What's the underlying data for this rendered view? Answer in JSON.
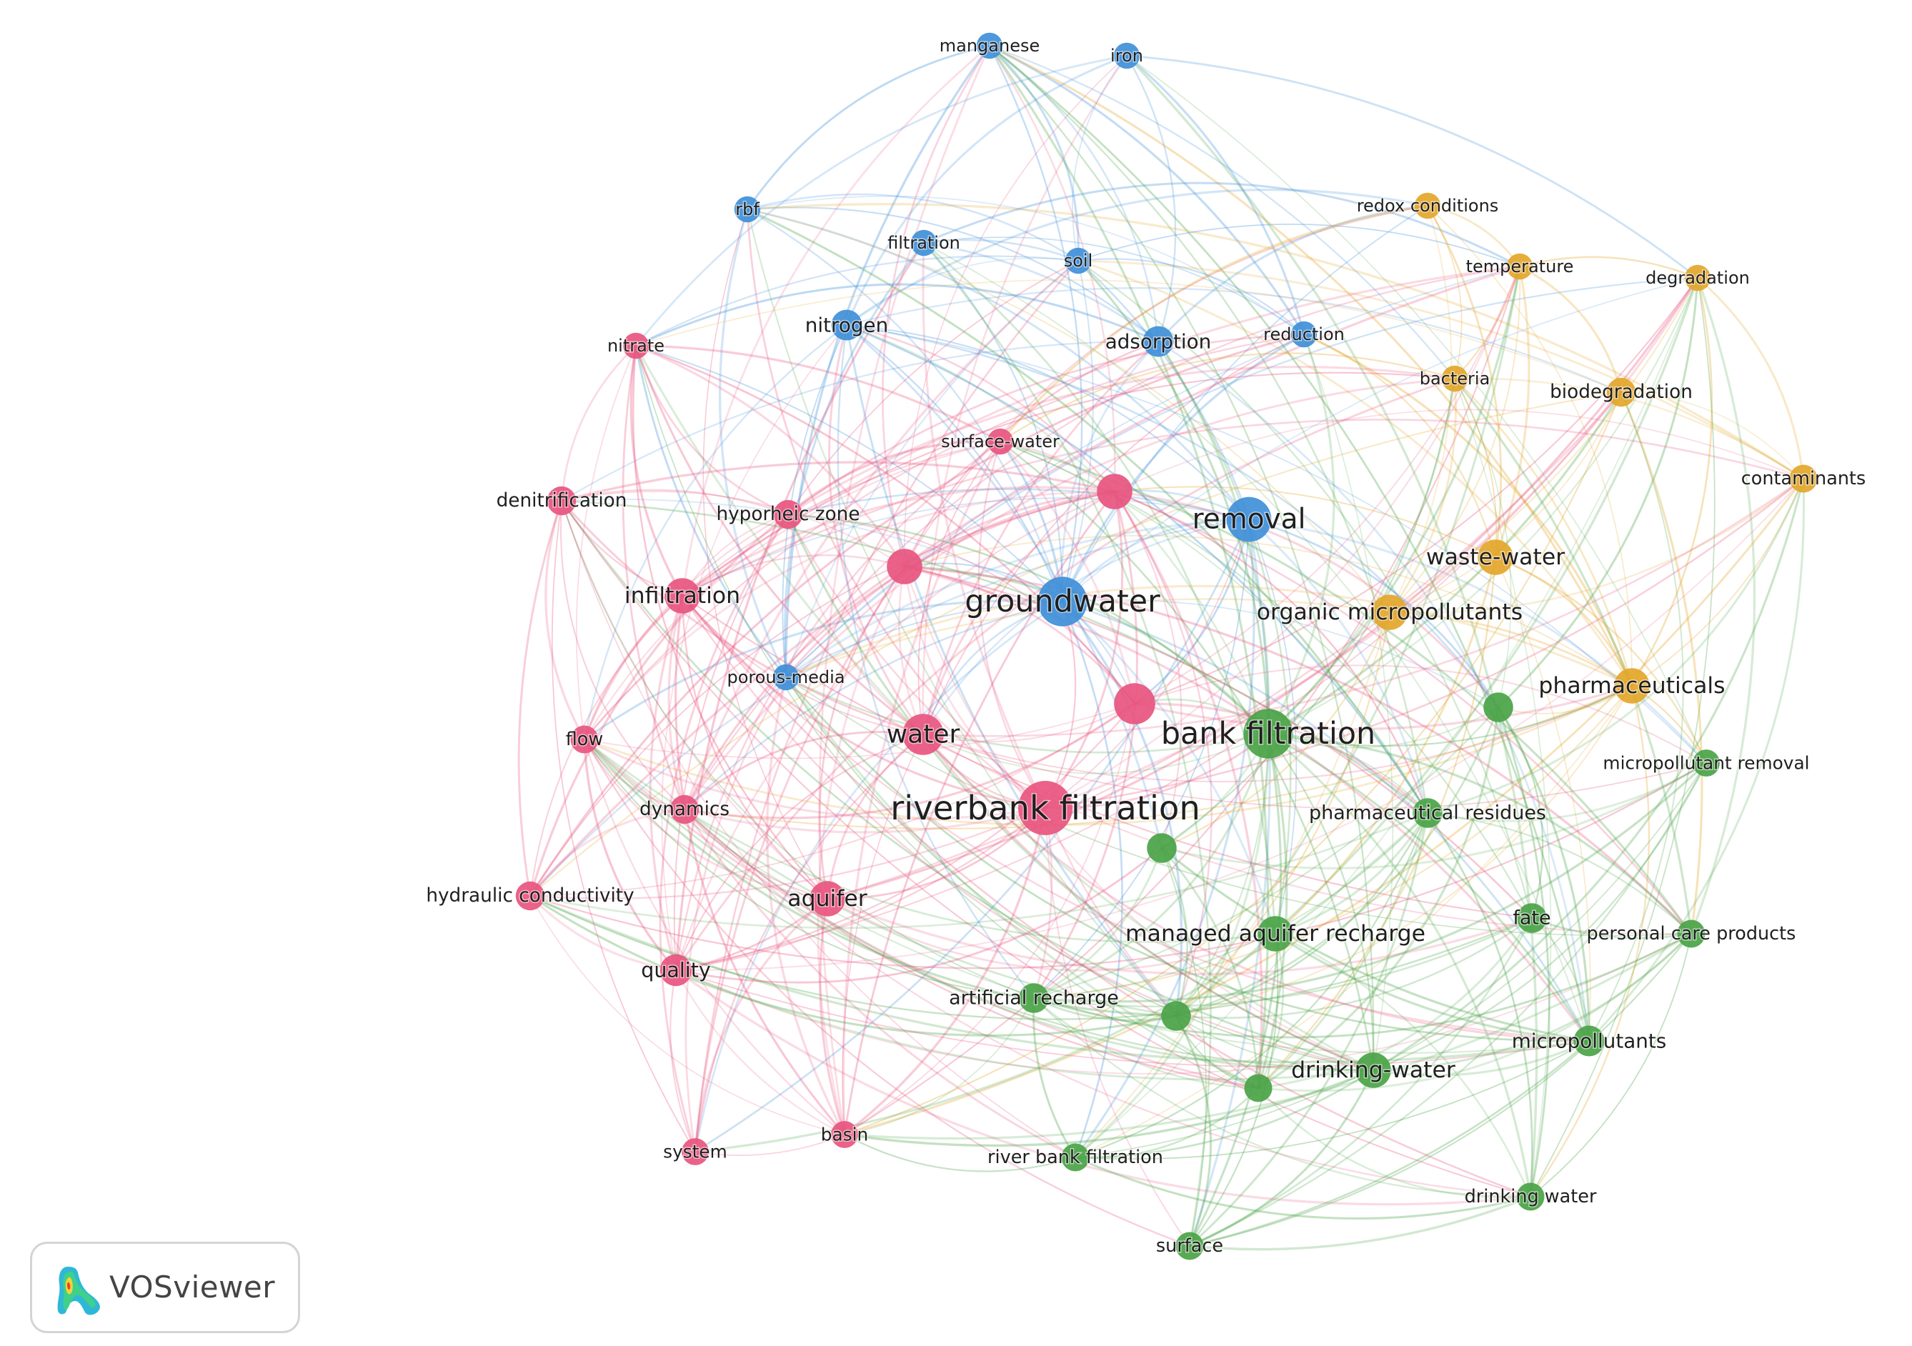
{
  "app": {
    "name": "VOSviewer",
    "logo_icon": "vosviewer-heatmap-logo-icon"
  },
  "clusters": [
    {
      "id": 1,
      "color": "#e8557f"
    },
    {
      "id": 2,
      "color": "#4aa346"
    },
    {
      "id": 3,
      "color": "#3f8fd8"
    },
    {
      "id": 4,
      "color": "#e3a62a"
    }
  ],
  "nodes": [
    {
      "id": "manganese",
      "label": "manganese",
      "cluster": 3,
      "weight": 2
    },
    {
      "id": "iron",
      "label": "iron",
      "cluster": 3,
      "weight": 2
    },
    {
      "id": "rbf",
      "label": "rbf",
      "cluster": 3,
      "weight": 2
    },
    {
      "id": "filtration",
      "label": "filtration",
      "cluster": 3,
      "weight": 2
    },
    {
      "id": "soil",
      "label": "soil",
      "cluster": 3,
      "weight": 2
    },
    {
      "id": "nitrogen",
      "label": "nitrogen",
      "cluster": 3,
      "weight": 2.5
    },
    {
      "id": "adsorption",
      "label": "adsorption",
      "cluster": 3,
      "weight": 2.5
    },
    {
      "id": "reduction",
      "label": "reduction",
      "cluster": 3,
      "weight": 2
    },
    {
      "id": "removal",
      "label": "removal",
      "cluster": 3,
      "weight": 4
    },
    {
      "id": "groundwater",
      "label": "groundwater",
      "cluster": 3,
      "weight": 4.5
    },
    {
      "id": "porous-media",
      "label": "porous-media",
      "cluster": 3,
      "weight": 2
    },
    {
      "id": "redox-conditions",
      "label": "redox conditions",
      "cluster": 4,
      "weight": 2
    },
    {
      "id": "temperature",
      "label": "temperature",
      "cluster": 4,
      "weight": 2
    },
    {
      "id": "degradation",
      "label": "degradation",
      "cluster": 4,
      "weight": 2
    },
    {
      "id": "bacteria",
      "label": "bacteria",
      "cluster": 4,
      "weight": 2
    },
    {
      "id": "biodegradation",
      "label": "biodegradation",
      "cluster": 4,
      "weight": 2.3
    },
    {
      "id": "contaminants",
      "label": "contaminants",
      "cluster": 4,
      "weight": 2.2
    },
    {
      "id": "waste-water",
      "label": "waste-water",
      "cluster": 4,
      "weight": 3
    },
    {
      "id": "organic-micropollutants",
      "label": "organic micropollutants",
      "cluster": 4,
      "weight": 3
    },
    {
      "id": "pharmaceuticals",
      "label": "pharmaceuticals",
      "cluster": 4,
      "weight": 3
    },
    {
      "id": "nitrate",
      "label": "nitrate",
      "cluster": 1,
      "weight": 2
    },
    {
      "id": "surface-water",
      "label": "surface-water",
      "cluster": 1,
      "weight": 2
    },
    {
      "id": "denitrification",
      "label": "denitrification",
      "cluster": 1,
      "weight": 2.3
    },
    {
      "id": "hyporheic-zone",
      "label": "hyporheic zone",
      "cluster": 1,
      "weight": 2.3
    },
    {
      "id": "infiltration",
      "label": "infiltration",
      "cluster": 1,
      "weight": 3
    },
    {
      "id": "flow",
      "label": "flow",
      "cluster": 1,
      "weight": 2.2
    },
    {
      "id": "water",
      "label": "water",
      "cluster": 1,
      "weight": 3.6
    },
    {
      "id": "dynamics",
      "label": "dynamics",
      "cluster": 1,
      "weight": 2.3
    },
    {
      "id": "riverbank-filtration",
      "label": "riverbank filtration",
      "cluster": 1,
      "weight": 5
    },
    {
      "id": "hydraulic-conductivity",
      "label": "hydraulic conductivity",
      "cluster": 1,
      "weight": 2.3
    },
    {
      "id": "aquifer",
      "label": "aquifer",
      "cluster": 1,
      "weight": 3
    },
    {
      "id": "quality",
      "label": "quality",
      "cluster": 1,
      "weight": 2.6
    },
    {
      "id": "system",
      "label": "system",
      "cluster": 1,
      "weight": 2.1
    },
    {
      "id": "basin",
      "label": "basin",
      "cluster": 1,
      "weight": 2.1
    },
    {
      "id": "c1-node-a",
      "label": "",
      "cluster": 1,
      "weight": 3
    },
    {
      "id": "c1-node-b",
      "label": "",
      "cluster": 1,
      "weight": 3
    },
    {
      "id": "c1-node-c",
      "label": "",
      "cluster": 1,
      "weight": 3.6
    },
    {
      "id": "bank-filtration",
      "label": "bank filtration",
      "cluster": 2,
      "weight": 4.5
    },
    {
      "id": "micropollutant-removal",
      "label": "micropollutant removal",
      "cluster": 2,
      "weight": 2.1
    },
    {
      "id": "pharmaceutical-residues",
      "label": "pharmaceutical residues",
      "cluster": 2,
      "weight": 2.4
    },
    {
      "id": "managed-aquifer-recharge",
      "label": "managed aquifer recharge",
      "cluster": 2,
      "weight": 3
    },
    {
      "id": "fate",
      "label": "fate",
      "cluster": 2,
      "weight": 2.4
    },
    {
      "id": "personal-care-products",
      "label": "personal care products",
      "cluster": 2,
      "weight": 2.2
    },
    {
      "id": "artificial-recharge",
      "label": "artificial recharge",
      "cluster": 2,
      "weight": 2.4
    },
    {
      "id": "micropollutants",
      "label": "micropollutants",
      "cluster": 2,
      "weight": 2.5
    },
    {
      "id": "drinking-water-hyphen",
      "label": "drinking-water",
      "cluster": 2,
      "weight": 3
    },
    {
      "id": "river-bank-filtration",
      "label": "river bank filtration",
      "cluster": 2,
      "weight": 2.2
    },
    {
      "id": "drinking-water",
      "label": "drinking water",
      "cluster": 2,
      "weight": 2.2
    },
    {
      "id": "surface",
      "label": "surface",
      "cluster": 2,
      "weight": 2.2
    },
    {
      "id": "c2-node-a",
      "label": "",
      "cluster": 2,
      "weight": 2.4
    },
    {
      "id": "c2-node-b",
      "label": "",
      "cluster": 2,
      "weight": 2.4
    },
    {
      "id": "c2-node-c",
      "label": "",
      "cluster": 2,
      "weight": 2.4
    },
    {
      "id": "c2-node-d",
      "label": "",
      "cluster": 2,
      "weight": 2.2
    }
  ]
}
